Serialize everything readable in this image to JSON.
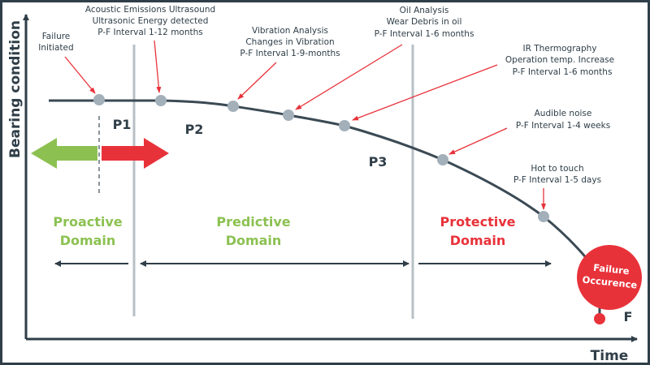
{
  "axes": {
    "y_label": "Bearing condition",
    "x_label": "Time"
  },
  "phases": {
    "p1": "P1",
    "p2": "P2",
    "p3": "P3",
    "f": "F"
  },
  "annotations": {
    "failure_initiated": [
      "Failure",
      "Initiated"
    ],
    "acoustic": [
      "Acoustic Emissions Ultrasound",
      "Ultrasonic Energy detected",
      "P-F Interval 1-12 months"
    ],
    "vibration": [
      "Vibration Analysis",
      "Changes in Vibration",
      "P-F Interval 1-9-months"
    ],
    "oil": [
      "Oil Analysis",
      "Wear Debris in oil",
      "P-F Interval 1-6 months"
    ],
    "ir": [
      "IR Thermography",
      "Operation temp. Increase",
      "P-F Interval 1-6 months"
    ],
    "audible": [
      "Audible noise",
      "P-F Interval 1-4 weeks"
    ],
    "hot": [
      "Hot to touch",
      "P-F Interval 1-5 days"
    ]
  },
  "domains": {
    "proactive": [
      "Proactive",
      "Domain"
    ],
    "predictive": [
      "Predictive",
      "Domain"
    ],
    "protective": [
      "Protective",
      "Domain"
    ]
  },
  "failure": [
    "Failure",
    "Occurence"
  ],
  "colors": {
    "dark": "#2f3e48",
    "green": "#8cc152",
    "red": "#e8323a",
    "grey": "#a3b0ba",
    "line": "#b7c0c6"
  }
}
